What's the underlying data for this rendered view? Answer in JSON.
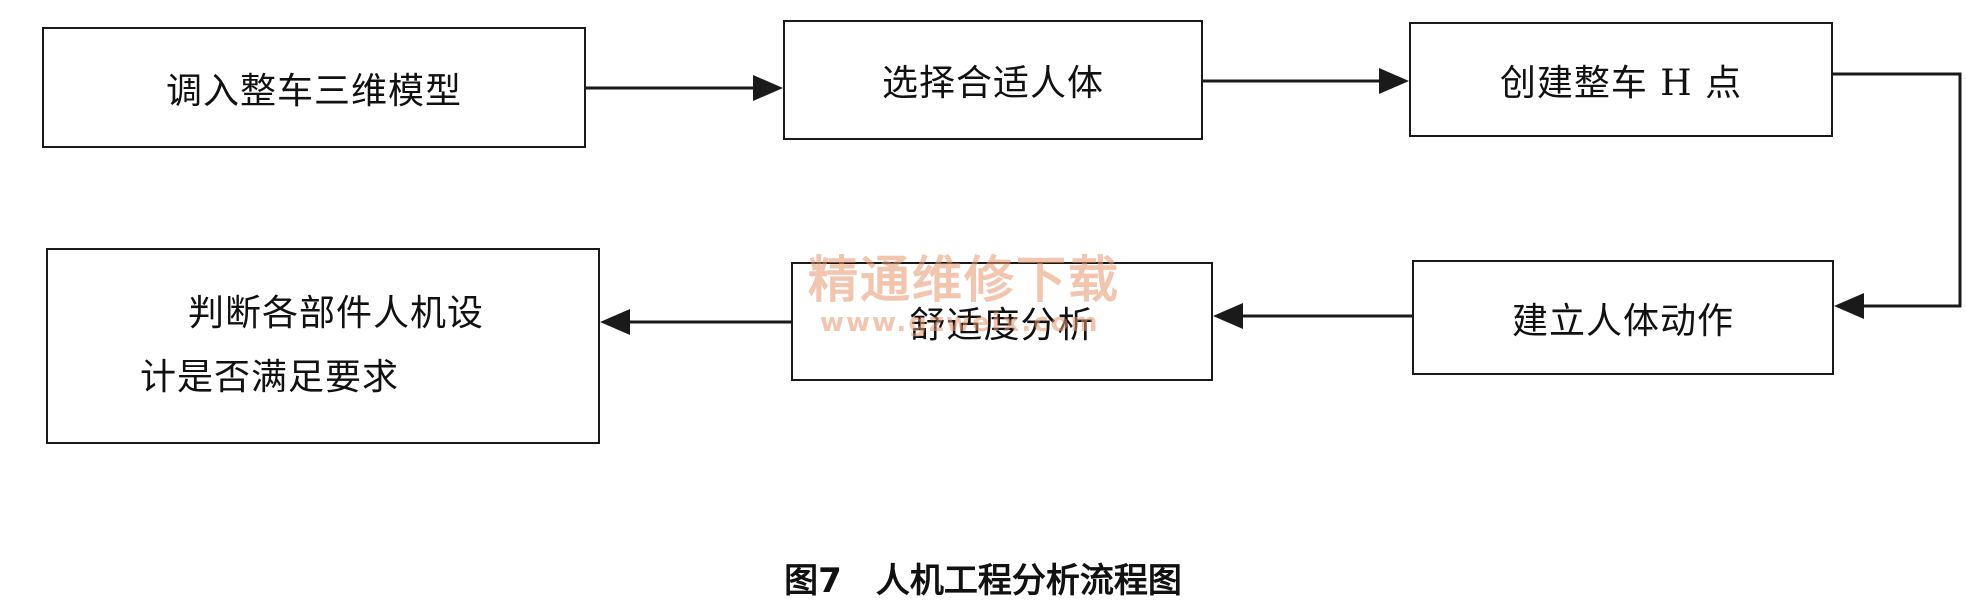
{
  "nodes": {
    "n1": "调入整车三维模型",
    "n2": "选择合适人体",
    "n3": "创建整车 H 点",
    "n4": "建立人体动作",
    "n5": "舒适度分析",
    "n6_line1": "判断各部件人机设",
    "n6_line2": "计是否满足要求"
  },
  "watermark": {
    "name": "精通维修下载",
    "url": "www.gzweix.com"
  },
  "caption": "图7　人机工程分析流程图",
  "colors": {
    "stroke": "#1a1a1a",
    "watermark": "#e8966e"
  }
}
